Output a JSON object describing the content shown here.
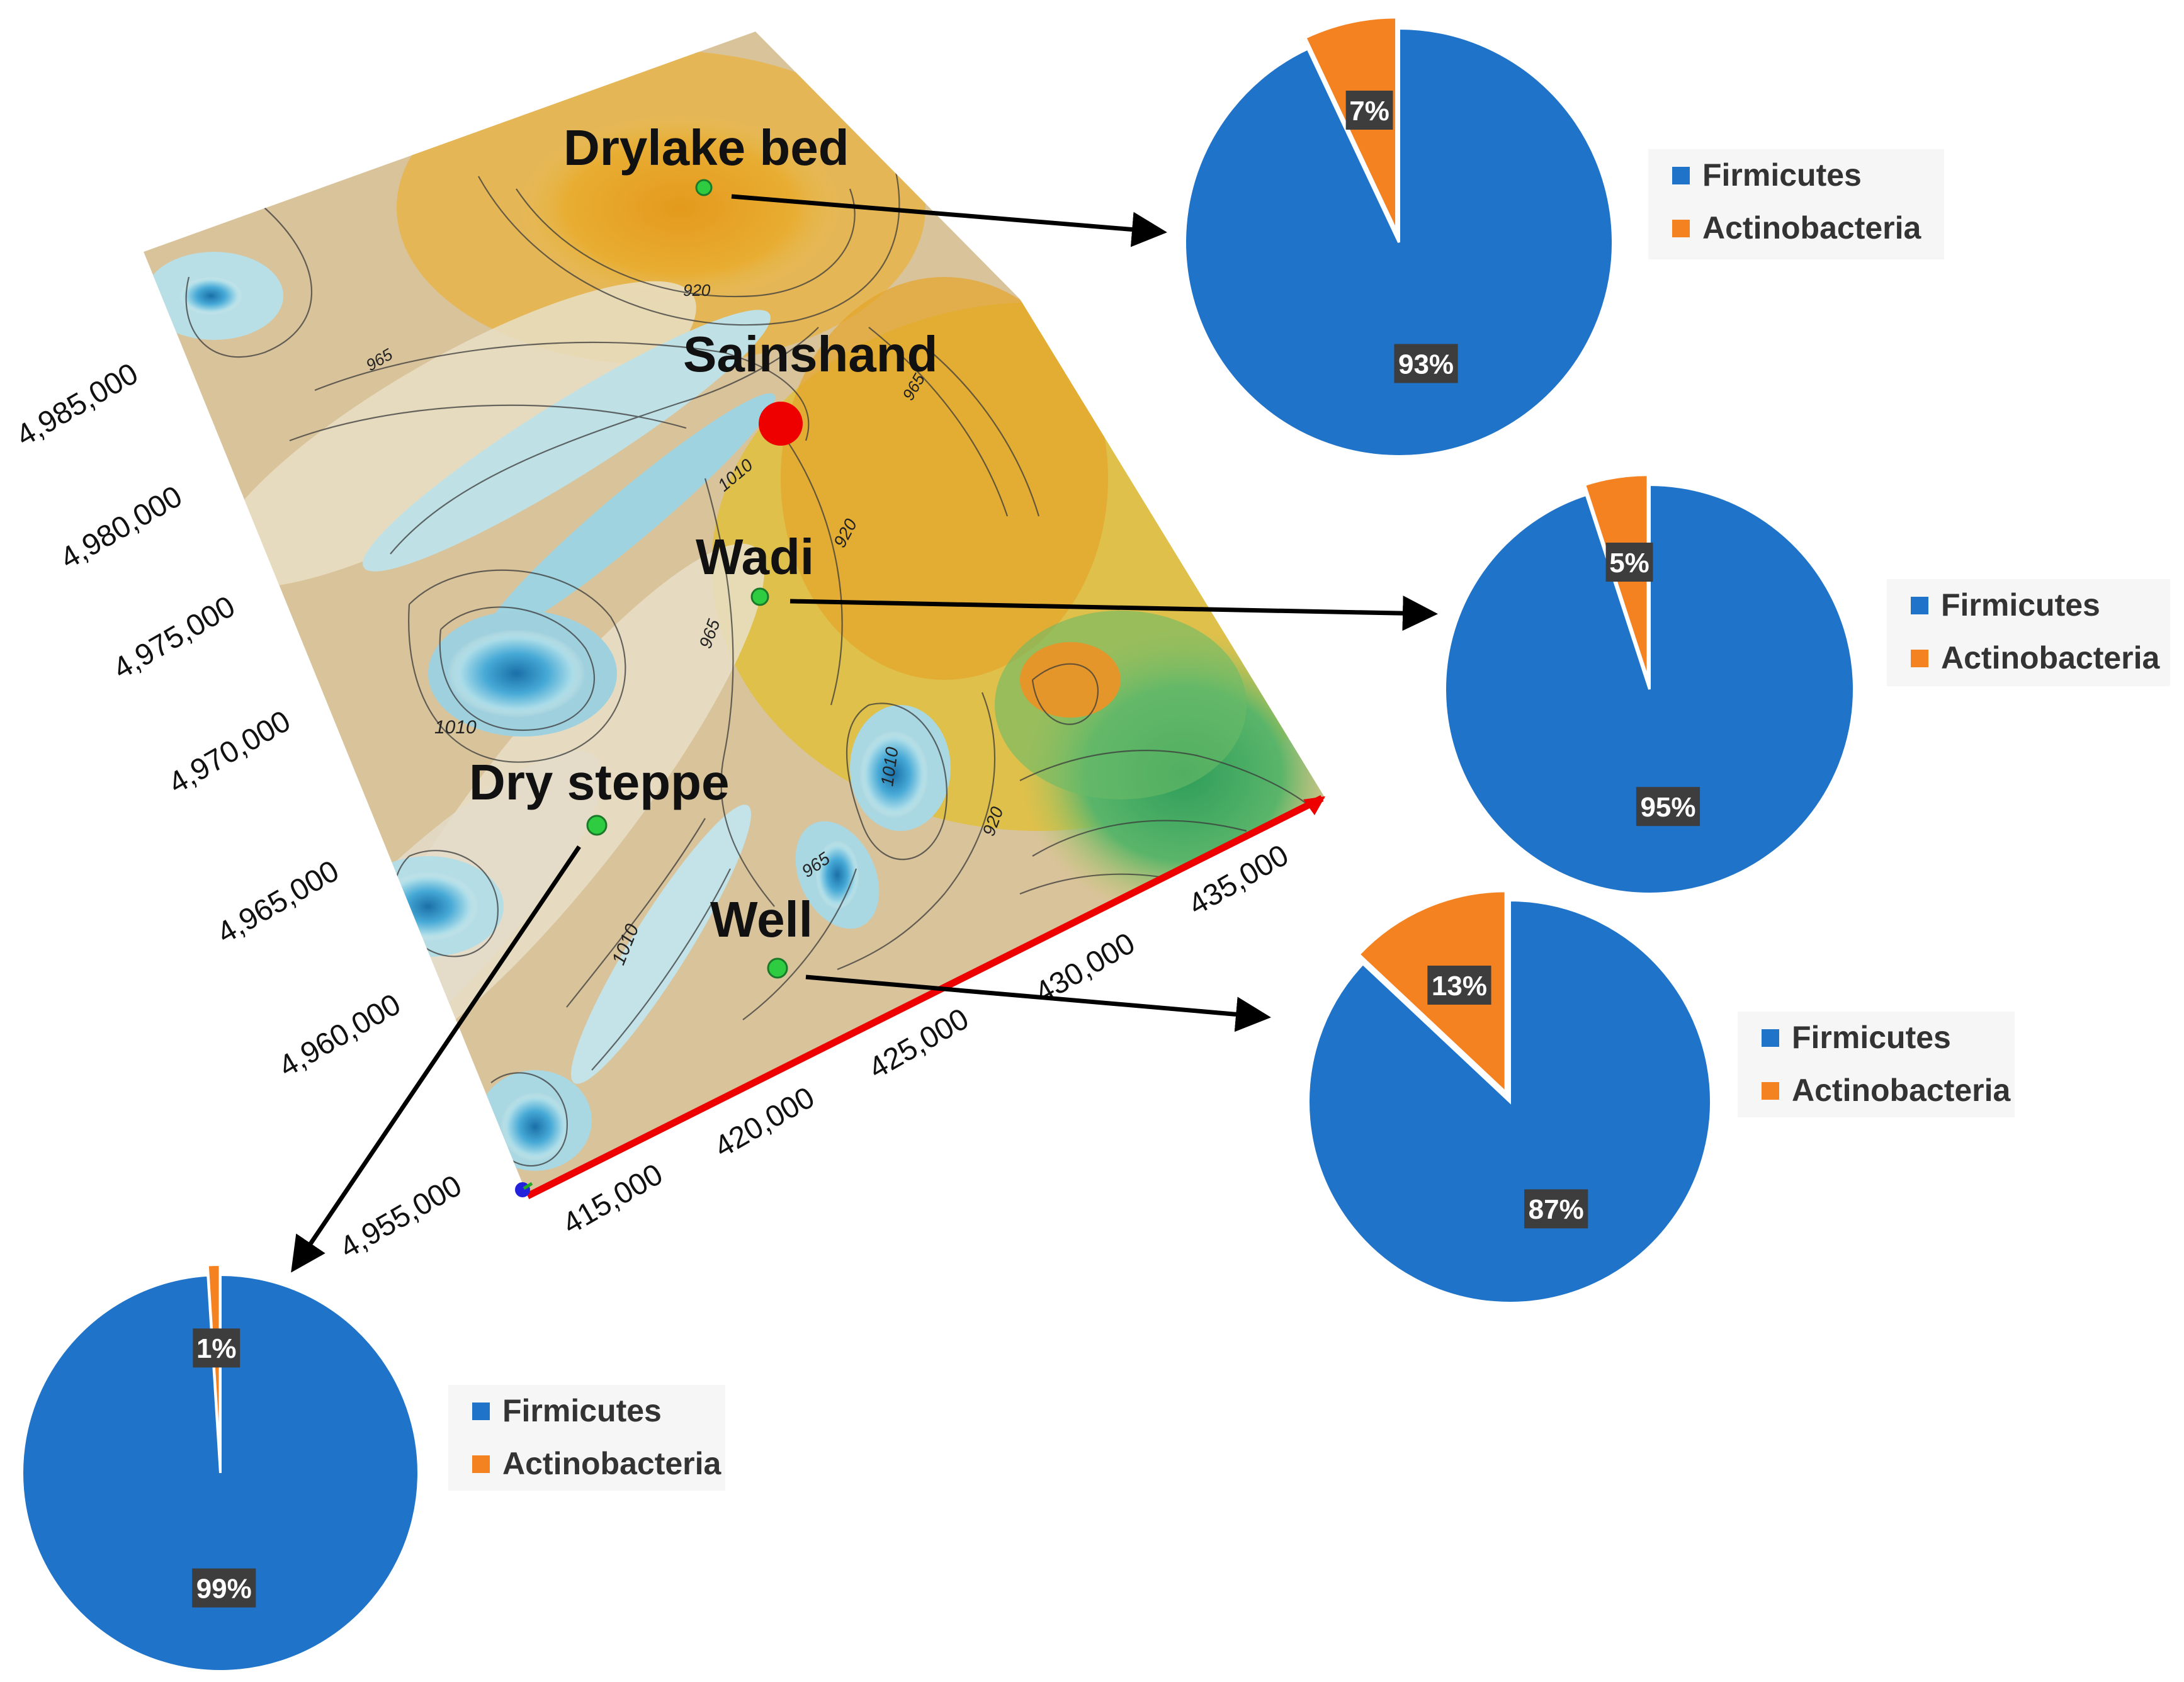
{
  "map": {
    "sites": {
      "drylake": "Drylake bed",
      "sainshand": "Sainshand",
      "wadi": "Wadi",
      "drysteppe": "Dry steppe",
      "well": "Well"
    },
    "northing_ticks": [
      "4,985,000",
      "4,980,000",
      "4,975,000",
      "4,970,000",
      "4,965,000",
      "4,960,000",
      "4,955,000"
    ],
    "easting_ticks": [
      "415,000",
      "420,000",
      "425,000",
      "430,000",
      "435,000"
    ],
    "contour_labels": [
      "920",
      "965",
      "965",
      "1010",
      "920",
      "965",
      "1010",
      "1010",
      "920",
      "965",
      "1010"
    ],
    "colors": {
      "site_dot": "#2ecc40",
      "town_dot": "#ee0000",
      "easting_axis": "#ee0000",
      "arrow": "#000000"
    }
  },
  "chart_data": [
    {
      "type": "pie",
      "site": "Drylake bed",
      "categories": [
        "Firmicutes",
        "Actinobacteria"
      ],
      "values": [
        93,
        7
      ],
      "labels": [
        "93%",
        "7%"
      ],
      "colors": [
        "#1f73c9",
        "#f58220"
      ],
      "legend": "right"
    },
    {
      "type": "pie",
      "site": "Wadi",
      "categories": [
        "Firmicutes",
        "Actinobacteria"
      ],
      "values": [
        95,
        5
      ],
      "labels": [
        "95%",
        "5%"
      ],
      "colors": [
        "#1f73c9",
        "#f58220"
      ],
      "legend": "right"
    },
    {
      "type": "pie",
      "site": "Well",
      "categories": [
        "Firmicutes",
        "Actinobacteria"
      ],
      "values": [
        87,
        13
      ],
      "labels": [
        "87%",
        "13%"
      ],
      "colors": [
        "#1f73c9",
        "#f58220"
      ],
      "legend": "right"
    },
    {
      "type": "pie",
      "site": "Dry steppe",
      "categories": [
        "Firmicutes",
        "Actinobacteria"
      ],
      "values": [
        99,
        1
      ],
      "labels": [
        "99%",
        "1%"
      ],
      "colors": [
        "#1f73c9",
        "#f58220"
      ],
      "legend": "right"
    }
  ]
}
